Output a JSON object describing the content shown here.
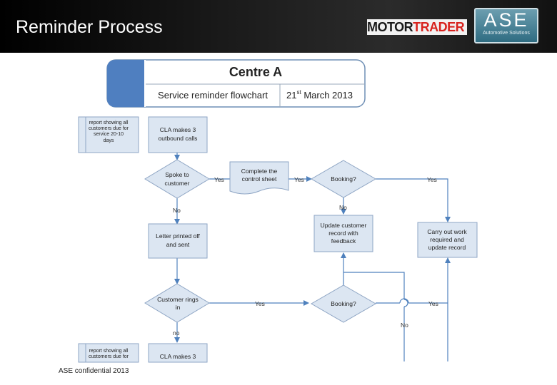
{
  "slide": {
    "title": "Reminder Process",
    "footer": "ASE confidential 2013"
  },
  "logos": {
    "motortrader": {
      "part1": "MOTOR",
      "part2": "TRADER"
    },
    "ase": {
      "name": "ASE",
      "tagline": "Automotive Solutions"
    }
  },
  "chart_header": {
    "centre": "Centre A",
    "subtitle": "Service reminder flowchart",
    "date_day": "21",
    "date_suffix": "st",
    "date_rest": " March 2013"
  },
  "flow": {
    "report_top": [
      "report showing all",
      "customers due for",
      "service 20-10",
      "days"
    ],
    "report_bottom": [
      "report showing all",
      "customers due for"
    ],
    "cla_calls": [
      "CLA makes 3",
      "outbound calls"
    ],
    "cla_calls_bottom": [
      "CLA makes 3"
    ],
    "spoke": [
      "Spoke to",
      "customer"
    ],
    "control_sheet": [
      "Complete the",
      "control sheet"
    ],
    "booking_1": "Booking?",
    "booking_2": "Booking?",
    "letter": [
      "Letter printed off",
      "and sent"
    ],
    "update_record": [
      "Update customer",
      "record with",
      "feedback"
    ],
    "carry_out": [
      "Carry out work",
      "required and",
      "update record"
    ],
    "customer_rings": [
      "Customer rings",
      "in"
    ],
    "labels": {
      "yes_spoke": "Yes",
      "yes_control": "Yes",
      "yes_booking1": "Yes",
      "no_spoke": "No",
      "no_booking1": "No",
      "yes_rings": "Yes",
      "yes_booking2": "Yes",
      "no_booking2": "No",
      "no_rings": "no"
    }
  }
}
